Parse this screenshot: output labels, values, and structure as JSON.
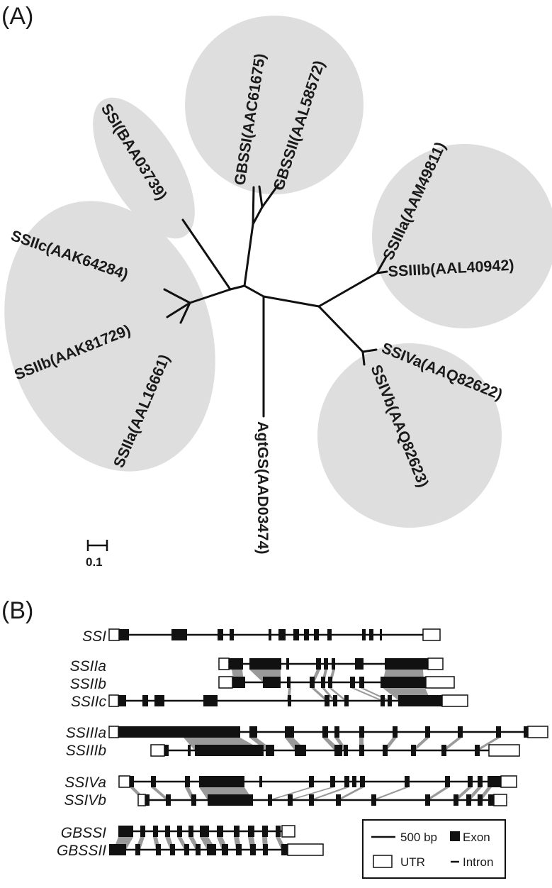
{
  "panel_a": {
    "label": "(A)",
    "scale_bar": "0.1",
    "leaves": [
      {
        "id": "gbssi",
        "text": "GBSSI(AAC61675)"
      },
      {
        "id": "gbssii",
        "text": "GBSSII(AAL58572)"
      },
      {
        "id": "ssi",
        "text": "SSI(BAA03739)"
      },
      {
        "id": "ssiiia",
        "text": "SSIIIa(AAM49811)"
      },
      {
        "id": "ssiiib",
        "text": "SSIIIb(AAL40942)"
      },
      {
        "id": "ssiic",
        "text": "SSIIc(AAK64284)"
      },
      {
        "id": "ssiib",
        "text": "SSIIb(AAK81729)"
      },
      {
        "id": "ssiia",
        "text": "SSIIa(AAL16661)"
      },
      {
        "id": "agtgs",
        "text": "AgtGS(AAD03474)"
      },
      {
        "id": "ssiva",
        "text": "SSIVa(AAQ82622)"
      },
      {
        "id": "ssivb",
        "text": "SSIVb(AAQ82623)"
      }
    ]
  },
  "panel_b": {
    "label": "(B)",
    "genes": [
      {
        "id": "ssi",
        "name": "SSI"
      },
      {
        "id": "ssiia",
        "name": "SSIIa"
      },
      {
        "id": "ssiib",
        "name": "SSIIb"
      },
      {
        "id": "ssiic",
        "name": "SSIIc"
      },
      {
        "id": "ssiiia",
        "name": "SSIIIa"
      },
      {
        "id": "ssiiib",
        "name": "SSIIIb"
      },
      {
        "id": "ssiva",
        "name": "SSIVa"
      },
      {
        "id": "ssivb",
        "name": "SSIVb"
      },
      {
        "id": "gbssi",
        "name": "GBSSI"
      },
      {
        "id": "gbssii",
        "name": "GBSSII"
      }
    ],
    "legend": {
      "scale": "500 bp",
      "exon": "Exon",
      "utr": "UTR",
      "intron": "Intron"
    }
  }
}
